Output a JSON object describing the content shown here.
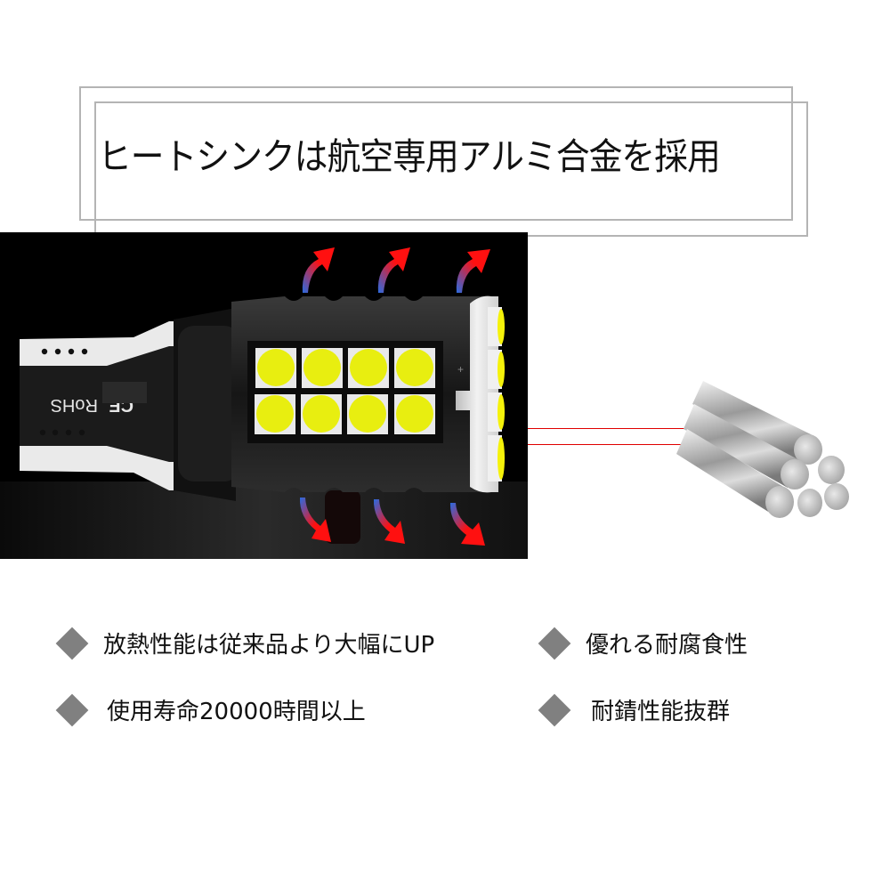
{
  "header": {
    "title": "ヒートシンクは航空専用アルミ合金を採用"
  },
  "product_image": {
    "bulb_markings": [
      "RoHS",
      "CE"
    ],
    "led_color": "#e8ee10",
    "arrow_colors": {
      "start": "#2a6be0",
      "end": "#ff1010"
    },
    "polarity_mark": "+"
  },
  "callout": {
    "line_color": "#e00000",
    "target": "aluminum-rods"
  },
  "features": [
    {
      "label": "放熱性能は従来品より大幅にUP"
    },
    {
      "label": "優れる耐腐食性"
    },
    {
      "label": "使用寿命20000時間以上"
    },
    {
      "label": "耐錆性能抜群"
    }
  ],
  "colors": {
    "bullet": "#808080",
    "frame": "#b4b4b4",
    "text": "#111111"
  }
}
